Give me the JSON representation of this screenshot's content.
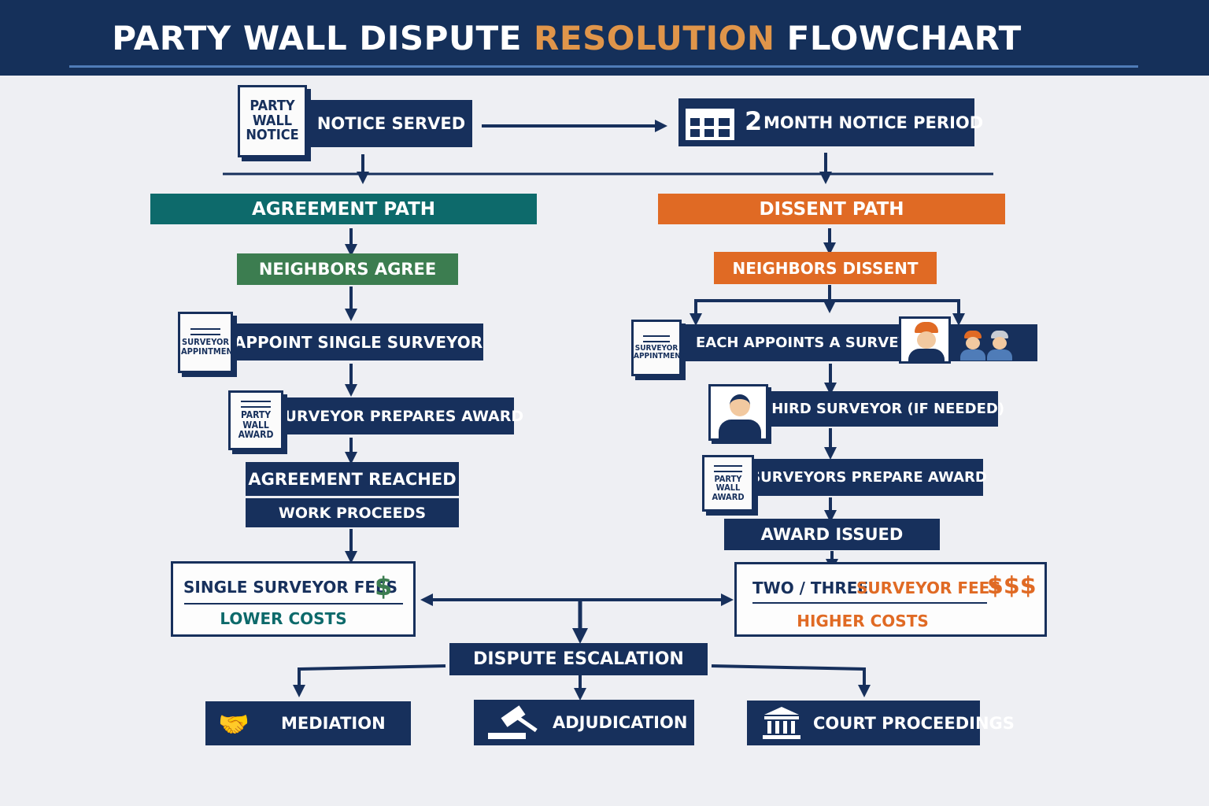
{
  "header": {
    "title_part1": "PARTY WALL DISPUTE",
    "title_highlight": "RESOLUTION",
    "title_part2": "FLOWCHART"
  },
  "colors": {
    "navy": "#17305c",
    "teal": "#0d6a6b",
    "green": "#3c7d50",
    "orange": "#e06a24",
    "highlight": "#e0954a"
  },
  "top": {
    "notice_doc": "PARTY WALL NOTICE",
    "notice_served": "NOTICE SERVED",
    "notice_period_number": "2",
    "notice_period": "MONTH NOTICE PERIOD",
    "calendar_icon": "calendar-icon"
  },
  "agreement": {
    "path_label": "AGREEMENT PATH",
    "neighbors": "NEIGHBORS AGREE",
    "doc_appointment": "SURVEYOR APPINTMENT",
    "appoint": "APPOINT SINGLE SURVEYOR",
    "doc_award": "PARTY WALL AWARD",
    "prepares": "SURVEYOR PREPARES AWARD",
    "reached": "AGREEMENT REACHED",
    "proceeds": "WORK PROCEEDS",
    "fees": "SINGLE SURVEYOR FEES",
    "fees_symbol": "$",
    "costs": "LOWER COSTS"
  },
  "dissent": {
    "path_label": "DISSENT PATH",
    "neighbors": "NEIGHBORS DISSENT",
    "doc_appointment": "SURVEYOR APPINTMENT",
    "each_appoints": "EACH APPOINTS A SURVEYOR",
    "third": "THIRD SURVEYOR (IF NEEDED)",
    "doc_award": "PARTY WALL AWARD",
    "prepare": "SURVEYORS PREPARE AWARD",
    "issued": "AWARD ISSUED",
    "fees_part1": "TWO / THREE",
    "fees_part2": "SURVEYOR FEES",
    "fees_symbol": "$$$",
    "costs": "HIGHER COSTS"
  },
  "escalation": {
    "label": "DISPUTE ESCALATION",
    "mediation": "MEDIATION",
    "adjudication": "ADJUDICATION",
    "court": "COURT PROCEEDINGS"
  },
  "icons": [
    "document-icon",
    "calendar-icon",
    "surveyor-icon",
    "worker-icon",
    "handshake-icon",
    "gavel-icon",
    "courthouse-icon"
  ]
}
